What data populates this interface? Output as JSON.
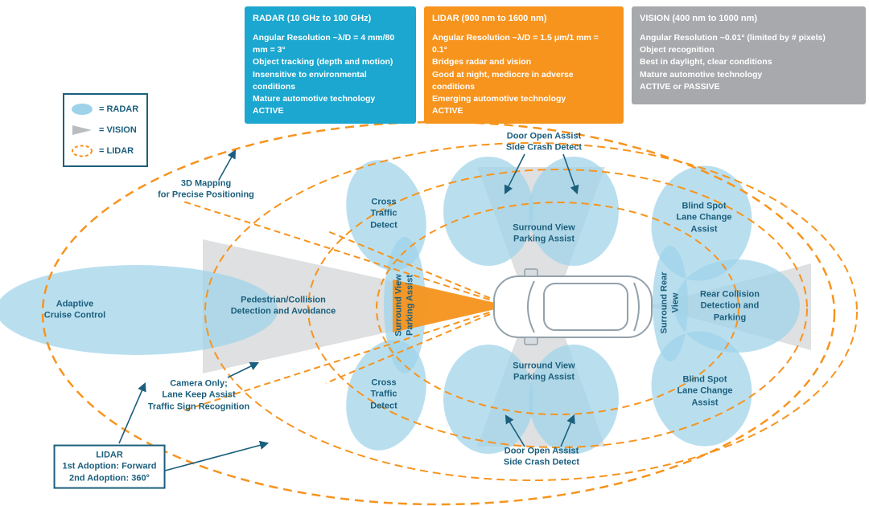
{
  "info_boxes": {
    "radar": {
      "title": "RADAR (10 GHz to 100 GHz)",
      "lines": [
        "Angular Resolution ~λ/D = 4 mm/80 mm = 3°",
        "Object tracking (depth and motion)",
        "Insensitive to environmental conditions",
        "Mature automotive technology",
        "ACTIVE"
      ]
    },
    "lidar": {
      "title": "LIDAR (900 nm to 1600 nm)",
      "lines": [
        "Angular Resolution ~λ/D = 1.5 μm/1 mm = 0.1°",
        "Bridges radar and vision",
        "Good at night, mediocre in adverse conditions",
        "Emerging automotive technology",
        "ACTIVE"
      ]
    },
    "vision": {
      "title": "VISION (400 nm to 1000 nm)",
      "lines": [
        "Angular Resolution ~0.01° (limited by # pixels)",
        "Object recognition",
        "Best in daylight, clear conditions",
        "Mature automotive technology",
        "ACTIVE or PASSIVE"
      ]
    }
  },
  "legend": {
    "radar_label": "= RADAR",
    "vision_label": "= VISION",
    "lidar_label": "= LIDAR"
  },
  "labels": {
    "mapping_3d": "3D Mapping\nfor Precise Positioning",
    "cross_traffic_top": "Cross\nTraffic\nDetect",
    "door_open_top": "Door Open Assist\nSide Crash Detect",
    "surround_view_top": "Surround View\nParking Assist",
    "blind_spot_top": "Blind Spot\nLane Change\nAssist",
    "adaptive_cc": "Adaptive\nCruise Control",
    "pedestrian": "Pedestrian/Collision\nDetection and Avoidance",
    "surround_front_vertical": "Surround View\nParking Assist",
    "surround_rear_vertical": "Surround Rear\nView",
    "rear_collision": "Rear Collision\nDetection and\nParking",
    "cross_traffic_bottom": "Cross\nTraffic\nDetect",
    "surround_view_bottom": "Surround View\nParking Assist",
    "blind_spot_bottom": "Blind Spot\nLane Change\nAssist",
    "camera_only": "Camera Only;\nLane Keep Assist\nTraffic Sign Recognition",
    "door_open_bottom": "Door Open Assist\nSide Crash Detect",
    "lidar_adoption": "LIDAR\n1st Adoption: Forward\n2nd Adoption: 360°"
  },
  "colors": {
    "radar_box": "#1ba7cf",
    "lidar_box": "#f7941e",
    "vision_box": "#a7a9ac",
    "radar_fill": "#9ed2e9",
    "vision_fill": "#c3c7c9",
    "lidar_stroke": "#f7941e",
    "label_text": "#1b5f7d"
  }
}
